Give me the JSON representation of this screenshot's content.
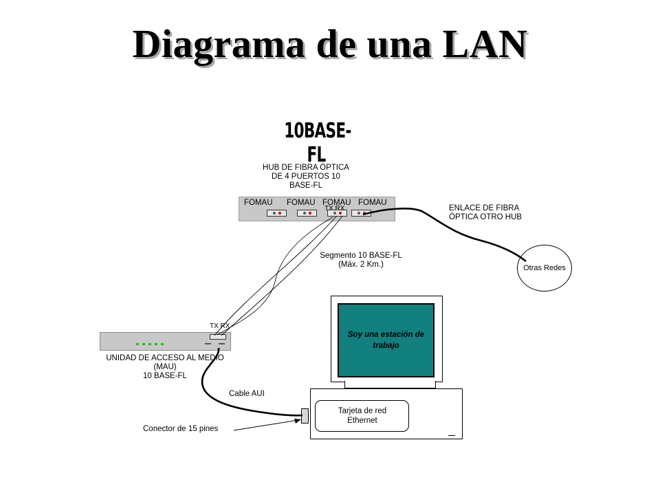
{
  "title": "Diagrama de una LAN",
  "heading": "10BASE-FL",
  "hub": {
    "title_lines": [
      "HUB DE FIBRA ÓPTICA",
      "DE 4  PUERTOS 10",
      "BASE-FL"
    ],
    "ports": [
      "FOMAU",
      "FOMAU",
      "FOMAU",
      "FOMAU"
    ],
    "txrx": "TX  RX"
  },
  "fiber_link": {
    "lines": [
      "ENLACE DE FIBRA",
      "ÓPTICA OTRO HUB"
    ]
  },
  "other_networks": "Otras Redes",
  "segment": {
    "lines": [
      "Segmento 10 BASE-FL",
      "(Máx. 2 Km.)"
    ]
  },
  "mau": {
    "txrx": "TX  RX",
    "title_lines": [
      "UNIDAD DE ACCESO AL MEDIO",
      "(MAU)",
      "10 BASE-FL"
    ]
  },
  "workstation": {
    "screen_lines": [
      "Soy una estación de",
      "trabajo"
    ],
    "card_lines": [
      "Tarjeta de red",
      "Ethernet"
    ],
    "screen_color": "#138080"
  },
  "cable_aui": "Cable AUI",
  "connector_label": "Conector de 15 pines"
}
